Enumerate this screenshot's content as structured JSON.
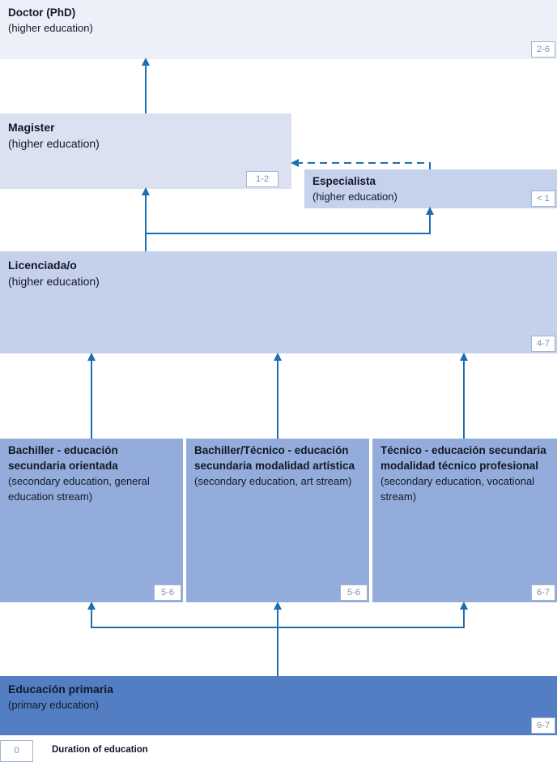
{
  "colors": {
    "doctor": "#edf0f8",
    "magister": "#dbe1f1",
    "especialista": "#c6d1ec",
    "licenciada": "#c5d0eb",
    "secondary": "#94acdb",
    "primary": "#537ec4",
    "arrow": "#1c6eb4",
    "duration_border": "#9fb4d8"
  },
  "boxes": {
    "doctor": {
      "title": "Doctor (PhD)",
      "subtitle": "(higher education)",
      "duration": "2-6"
    },
    "magister": {
      "title": "Magister",
      "subtitle": "(higher education)",
      "duration": "1-2"
    },
    "especialista": {
      "title": "Especialista",
      "subtitle": "(higher education)",
      "duration": "< 1"
    },
    "licenciada": {
      "title": "Licenciada/o",
      "subtitle": "(higher education)",
      "duration": "4-7"
    },
    "bachiller": {
      "title": "Bachiller - educación secundaria orientada",
      "subtitle": "(secondary education, general education stream)",
      "duration": "5-6"
    },
    "bachiller_tecnico": {
      "title": "Bachiller/Técnico - educación secundaria modalidad artística",
      "subtitle": "(secondary education, art stream)",
      "duration": "5-6"
    },
    "tecnico": {
      "title": "Técnico - educación secundaria modalidad técnico profesional",
      "subtitle": "(secondary education, vocational stream)",
      "duration": "6-7"
    },
    "primaria": {
      "title": "Educación primaria",
      "subtitle": "(primary education)",
      "duration": "6-7"
    }
  },
  "legend": {
    "sample": "0",
    "label": "Duration of education"
  }
}
